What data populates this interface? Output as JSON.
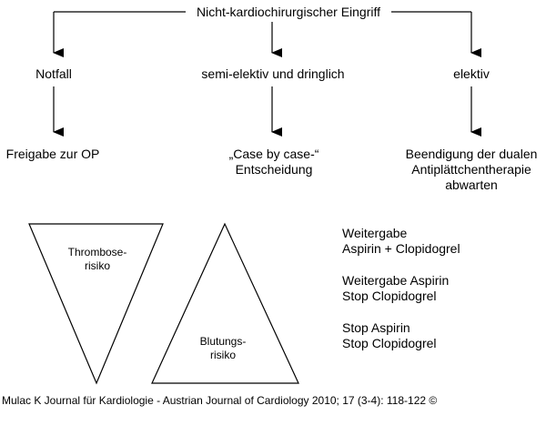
{
  "diagram": {
    "root": "Nicht-kardiochirurgischer Eingriff",
    "branches": [
      {
        "label": "Notfall",
        "outcome": [
          "Freigabe zur OP"
        ]
      },
      {
        "label": "semi-elektiv und dringlich",
        "outcome": [
          "„Case by case-“",
          "Entscheidung"
        ]
      },
      {
        "label": "elektiv",
        "outcome": [
          "Beendigung der dualen",
          "Antiplättchentherapie",
          "abwarten"
        ]
      }
    ],
    "triangles": {
      "thrombosis": [
        "Thrombose-",
        "risiko"
      ],
      "bleeding": [
        "Blutungs-",
        "risiko"
      ]
    },
    "recommendations": [
      [
        "Weitergabe",
        "Aspirin + Clopidogrel"
      ],
      [
        "Weitergabe Aspirin",
        "Stop Clopidogrel"
      ],
      [
        "Stop Aspirin",
        "Stop Clopidogrel"
      ]
    ]
  },
  "caption": "Mulac K Journal für Kardiologie - Austrian Journal of Cardiology 2010; 17 (3-4): 118-122 ©",
  "colors": {
    "line": "#000000",
    "background": "#ffffff"
  }
}
